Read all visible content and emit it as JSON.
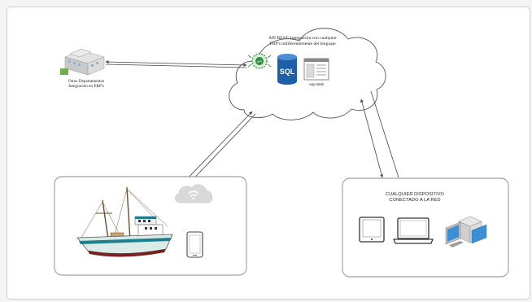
{
  "cloud": {
    "title_line1": "API REST: Integración con cualquier",
    "title_line2": "ERP's indiferentemente del lenguaje",
    "sql_label": "SQL",
    "app_label": "App Web",
    "icons": [
      "api-gear-icon",
      "sql-database-icon",
      "web-app-icon"
    ]
  },
  "erp": {
    "label_line1": "Otros Departamentos",
    "label_line2": "Integración en ERP's",
    "icon": "building-icon"
  },
  "devices": {
    "title_line1": "CUALQUIER DISPOSITIVO",
    "title_line2": "CONECTADO A LA RED",
    "icons": [
      "tablet-icon",
      "laptop-icon",
      "desktop-pc-icon"
    ]
  },
  "vessel": {
    "icons": [
      "fishing-boat-icon",
      "wifi-cloud-icon",
      "phone-icon"
    ]
  },
  "colors": {
    "line": "#444444",
    "box_border": "#8a8a8a",
    "sql_blue": "#1f5fa8",
    "api_green": "#2e8b3d",
    "boat_hull": "#d9ece8",
    "boat_stripe": "#1f7f8c",
    "pc_blue": "#3a8fd6"
  }
}
